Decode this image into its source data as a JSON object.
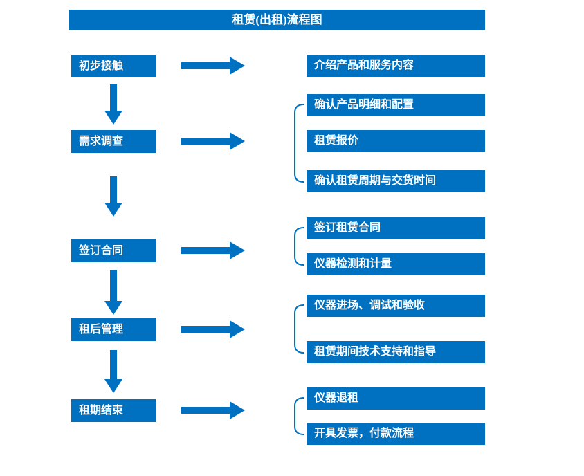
{
  "title": "租赁(出租)流程图",
  "colors": {
    "primary_blue": "#0070C0",
    "text_white": "#FFFFFF",
    "background": "#FFFFFF"
  },
  "icons": {
    "right_arrow": "arrow-right-icon",
    "down_arrow": "arrow-down-icon",
    "bracket": "group-bracket"
  },
  "flow": {
    "stages": [
      {
        "label": "初步接触",
        "details": [
          "介绍产品和服务内容"
        ]
      },
      {
        "label": "需求调查",
        "details": [
          "确认产品明细和配置",
          "租赁报价",
          "确认租赁周期与交货时间"
        ]
      },
      {
        "label": "签订合同",
        "details": [
          "签订租赁合同",
          "仪器检测和计量"
        ]
      },
      {
        "label": "租后管理",
        "details": [
          "仪器进场、调试和验收",
          "租赁期间技术支持和指导"
        ]
      },
      {
        "label": "租期结束",
        "details": [
          "仪器退租",
          "开具发票，付款流程"
        ]
      }
    ]
  }
}
